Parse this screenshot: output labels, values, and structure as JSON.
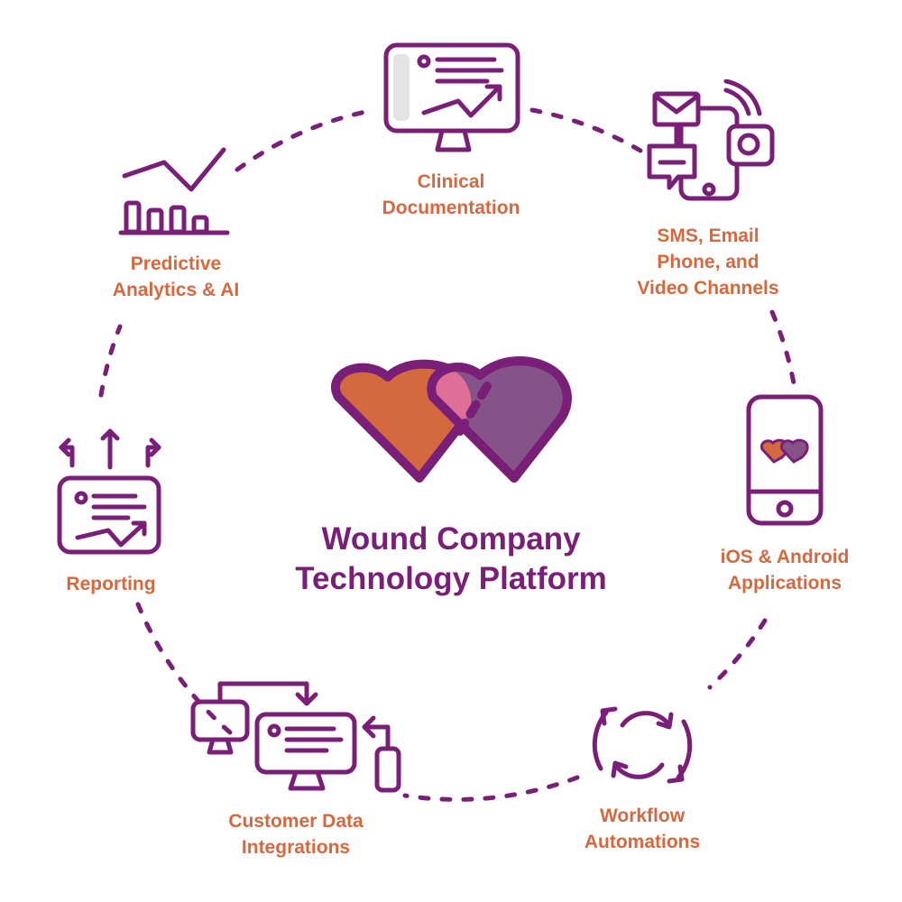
{
  "colors": {
    "purple": "#7a1f78",
    "orange_text": "#d4683e",
    "heart_orange": "#d4683e",
    "heart_pink": "#de6f96",
    "heart_violet": "#865389",
    "screen_gray": "#e3e3e3"
  },
  "center": {
    "logo_icon": "double-heart-logo",
    "title_line1": "Wound Company",
    "title_line2": "Technology Platform"
  },
  "features": [
    {
      "icon": "monitor-document-icon",
      "lines": [
        "Clinical",
        "Documentation"
      ]
    },
    {
      "icon": "communication-channels-icon",
      "lines": [
        "SMS, Email",
        "Phone, and",
        "Video Channels"
      ]
    },
    {
      "icon": "smartphone-app-icon",
      "lines": [
        "iOS & Android",
        "Applications"
      ]
    },
    {
      "icon": "sync-arrows-icon",
      "lines": [
        "Workflow",
        "Automations"
      ]
    },
    {
      "icon": "data-integration-icon",
      "lines": [
        "Customer Data",
        "Integrations"
      ]
    },
    {
      "icon": "report-share-icon",
      "lines": [
        "Reporting"
      ]
    },
    {
      "icon": "analytics-chart-icon",
      "lines": [
        "Predictive",
        "Analytics & AI"
      ]
    }
  ]
}
